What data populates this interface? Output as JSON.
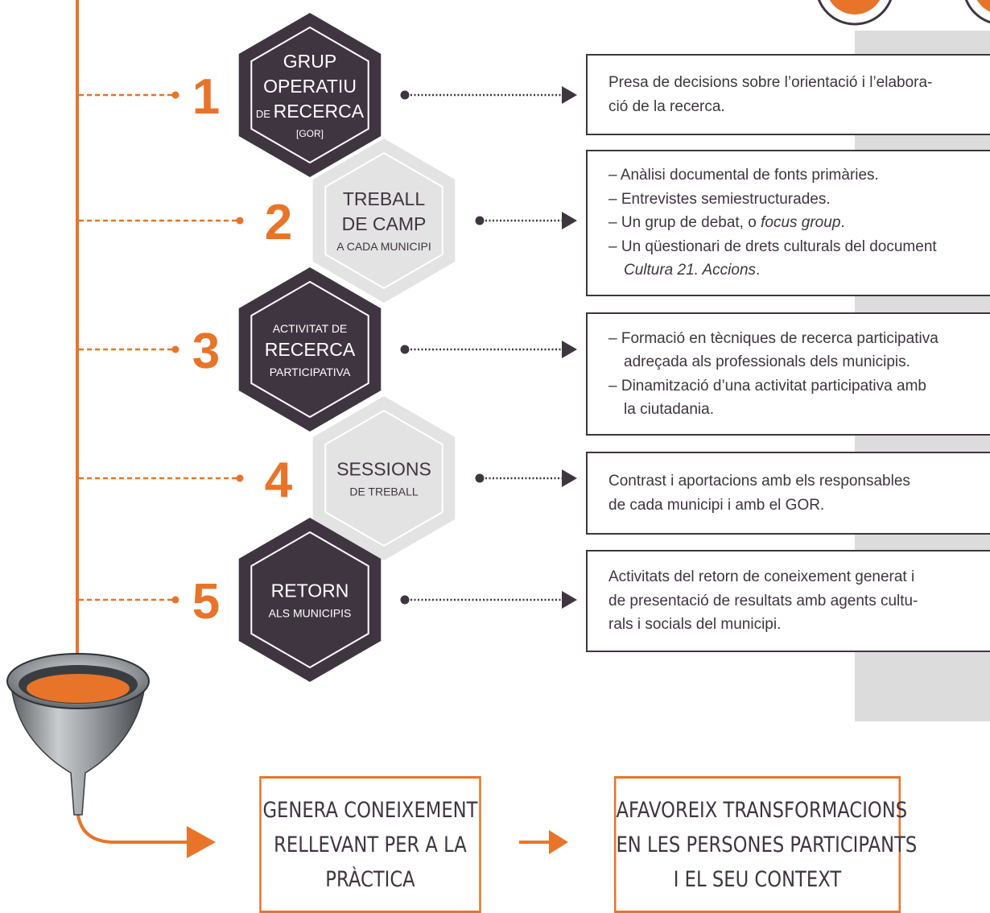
{
  "colors": {
    "orange": "#e8742a",
    "dark": "#3f3540",
    "light_hex": "#e4e3e3",
    "grey_panel": "#dcdcdd"
  },
  "steps": [
    {
      "number": "1",
      "hex_style": "dark",
      "title_lines": [
        {
          "text": "GRUP",
          "size": "large"
        },
        {
          "text": "OPERATIU",
          "size": "large"
        },
        {
          "prefix": "DE",
          "text": "RECERCA",
          "size": "large"
        },
        {
          "text": "[GOR]",
          "size": "tiny"
        }
      ],
      "description": [
        {
          "text": "Presa de decisions sobre l’orientació i l’elabora-"
        },
        {
          "text": "ció de la recerca."
        }
      ]
    },
    {
      "number": "2",
      "hex_style": "light",
      "title_lines": [
        {
          "text": "TREBALL",
          "size": "large"
        },
        {
          "text": "DE CAMP",
          "size": "large"
        },
        {
          "text": "A CADA MUNICIPI",
          "size": "small"
        }
      ],
      "description": [
        {
          "text": "– Anàlisi documental de fonts primàries."
        },
        {
          "text": "– Entrevistes semiestructurades."
        },
        {
          "text": "– Un grup de debat, o ",
          "em": "focus group",
          "after": "."
        },
        {
          "text": "– Un qüestionari de drets culturals del document"
        },
        {
          "text": "",
          "em": "Cultura 21. Accions",
          "after": ".",
          "indent": true
        }
      ]
    },
    {
      "number": "3",
      "hex_style": "dark",
      "title_lines": [
        {
          "text": "ACTIVITAT DE",
          "size": "small"
        },
        {
          "text": "RECERCA",
          "size": "large"
        },
        {
          "text": "PARTICIPATIVA",
          "size": "small"
        }
      ],
      "description": [
        {
          "text": "– Formació en tècniques de recerca participativa"
        },
        {
          "text": "adreçada als professionals dels municipis.",
          "indent": true
        },
        {
          "text": "– Dinamització d’una activitat participativa amb"
        },
        {
          "text": "la ciutadania.",
          "indent": true
        }
      ]
    },
    {
      "number": "4",
      "hex_style": "light",
      "title_lines": [
        {
          "text": "SESSIONS",
          "size": "large"
        },
        {
          "text": "DE TREBALL",
          "size": "small"
        }
      ],
      "description": [
        {
          "text": "Contrast i aportacions amb els responsables"
        },
        {
          "text": "de cada municipi i amb el GOR."
        }
      ]
    },
    {
      "number": "5",
      "hex_style": "dark",
      "title_lines": [
        {
          "text": "RETORN",
          "size": "large"
        },
        {
          "text": "ALS MUNICIPIS",
          "size": "small"
        }
      ],
      "description": [
        {
          "text": "Activitats del retorn de coneixement generat i"
        },
        {
          "text": "de presentació de resultats amb agents cultu-"
        },
        {
          "text": "rals i socials del municipi."
        }
      ]
    }
  ],
  "outcomes": [
    {
      "lines": [
        "GENERA CONEIXEMENT",
        "RELLEVANT PER A LA",
        "PRÀCTICA"
      ]
    },
    {
      "lines": [
        "AFAVOREIX TRANSFORMACIONS",
        "EN LES PERSONES PARTICIPANTS",
        "I EL SEU CONTEXT"
      ]
    }
  ]
}
